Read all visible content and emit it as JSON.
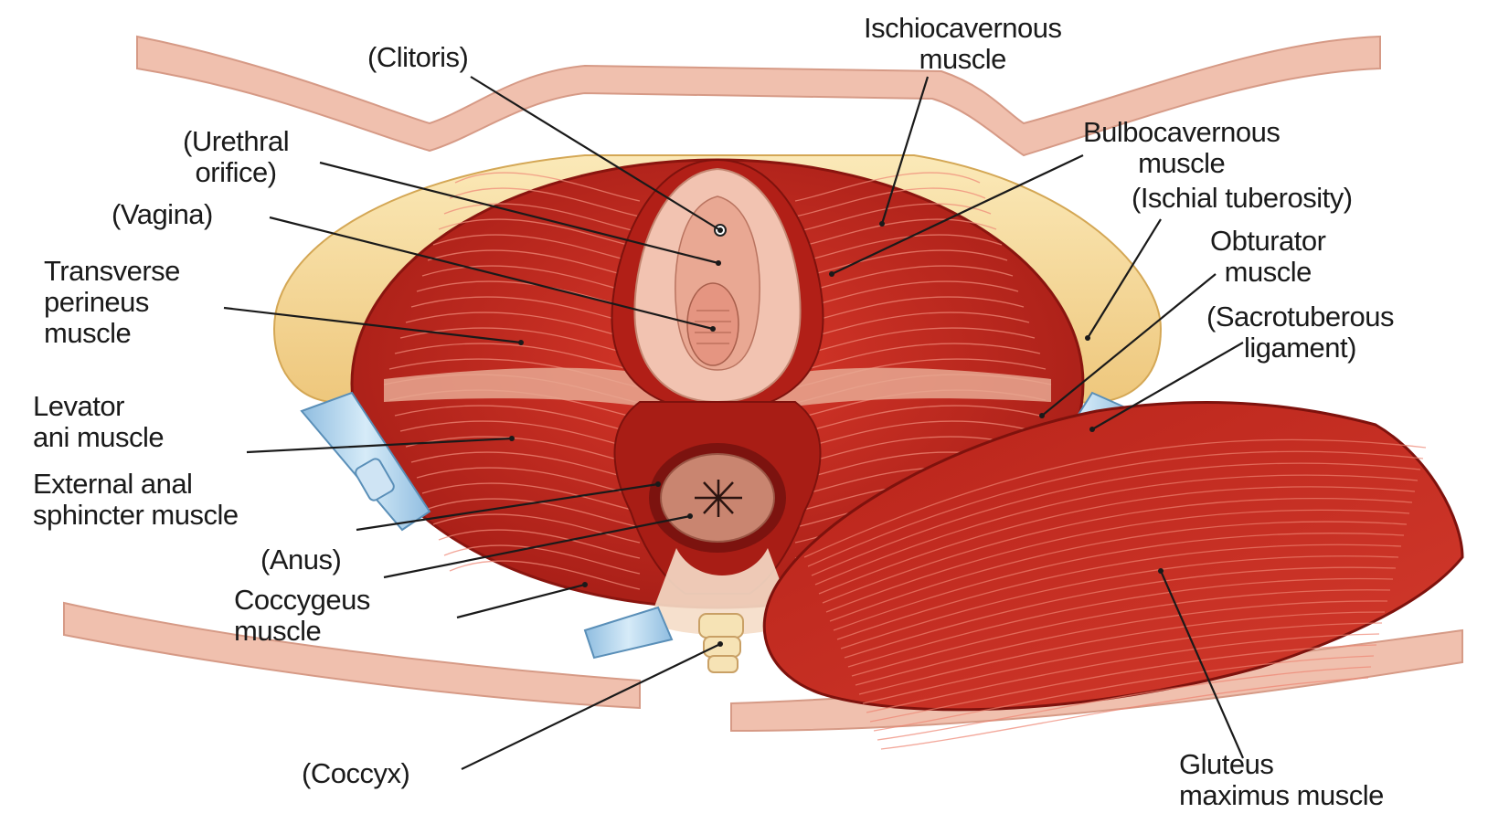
{
  "labels": {
    "clitoris": [
      "(Clitoris)"
    ],
    "ischiocavernous": [
      "Ischiocavernous",
      "muscle"
    ],
    "urethral_orifice": [
      "(Urethral",
      "orifice)"
    ],
    "bulbocavernous": [
      "Bulbocavernous",
      "muscle"
    ],
    "vagina": [
      "(Vagina)"
    ],
    "ischial_tuberosity": [
      "(Ischial tuberosity)"
    ],
    "transverse_perineus": [
      "Transverse",
      "perineus",
      "muscle"
    ],
    "obturator": [
      "Obturator",
      "muscle"
    ],
    "sacrotuberous": [
      "(Sacrotuberous",
      "ligament)"
    ],
    "levator_ani": [
      "Levator",
      "ani muscle"
    ],
    "external_anal_sphincter": [
      "External anal",
      "sphincter muscle"
    ],
    "anus": [
      "(Anus)"
    ],
    "coccygeus": [
      "Coccygeus",
      "muscle"
    ],
    "coccyx": [
      "(Coccyx)"
    ],
    "gluteus_maximus": [
      "Gluteus",
      "maximus muscle"
    ]
  },
  "colors": {
    "muscle": "#c8281e",
    "muscle_dark": "#9e1a14",
    "muscle_line": "#e9705e",
    "skin": "#f2c4b4",
    "bone": "#f6dc9e",
    "ligament": "#a9cfe8",
    "leader": "#1a1a1a"
  }
}
